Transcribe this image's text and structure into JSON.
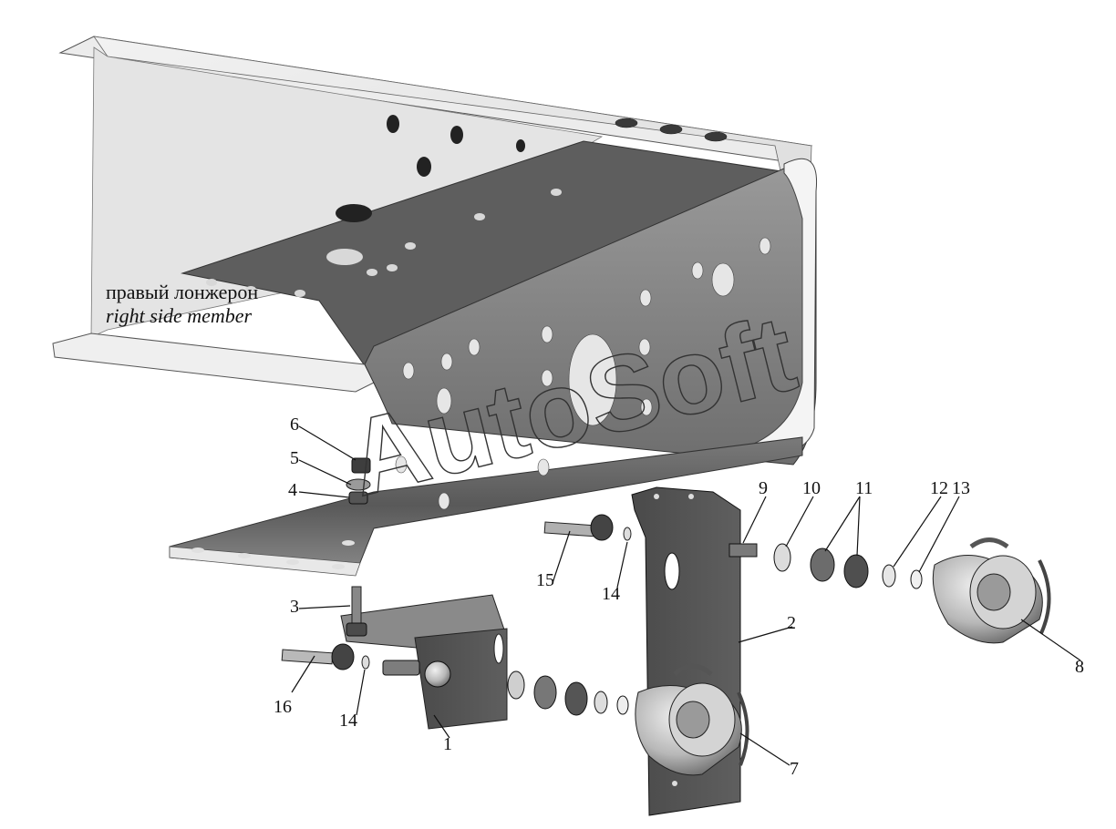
{
  "labels": {
    "member_ru": "правый лонжерон",
    "member_en": "right side member",
    "watermark": "AutoSoft"
  },
  "callouts": [
    {
      "id": "c1",
      "text": "1"
    },
    {
      "id": "c2",
      "text": "2"
    },
    {
      "id": "c3",
      "text": "3"
    },
    {
      "id": "c4",
      "text": "4"
    },
    {
      "id": "c5",
      "text": "5"
    },
    {
      "id": "c6",
      "text": "6"
    },
    {
      "id": "c7",
      "text": "7"
    },
    {
      "id": "c8",
      "text": "8"
    },
    {
      "id": "c9",
      "text": "9"
    },
    {
      "id": "c10",
      "text": "10"
    },
    {
      "id": "c11",
      "text": "11"
    },
    {
      "id": "c12",
      "text": "12"
    },
    {
      "id": "c13",
      "text": "13"
    },
    {
      "id": "c14a",
      "text": "14"
    },
    {
      "id": "c14b",
      "text": "14"
    },
    {
      "id": "c15",
      "text": "15"
    },
    {
      "id": "c16",
      "text": "16"
    }
  ]
}
